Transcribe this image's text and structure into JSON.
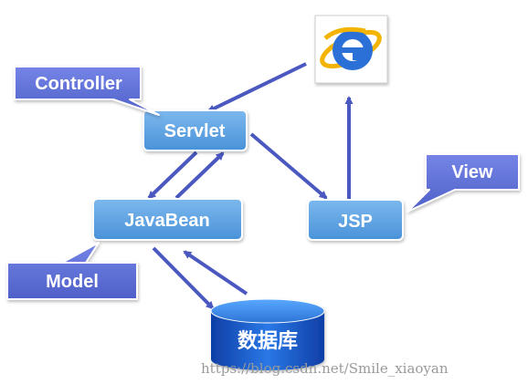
{
  "nodes": {
    "servlet": "Servlet",
    "javabean": "JavaBean",
    "jsp": "JSP",
    "database": "数据库"
  },
  "callouts": {
    "controller": "Controller",
    "model": "Model",
    "view": "View"
  },
  "browser_icon": "internet-explorer-icon",
  "watermark": "https://blog.csdn.net/Smile_xiaoyan",
  "colors": {
    "node_fill": "#5aa2e0",
    "callout_fill": "#5a6fd6",
    "arrow": "#4a58c0",
    "database_fill": "#1f5fcf",
    "ie_blue": "#2a6fd6",
    "ie_ring": "#f2b400"
  }
}
